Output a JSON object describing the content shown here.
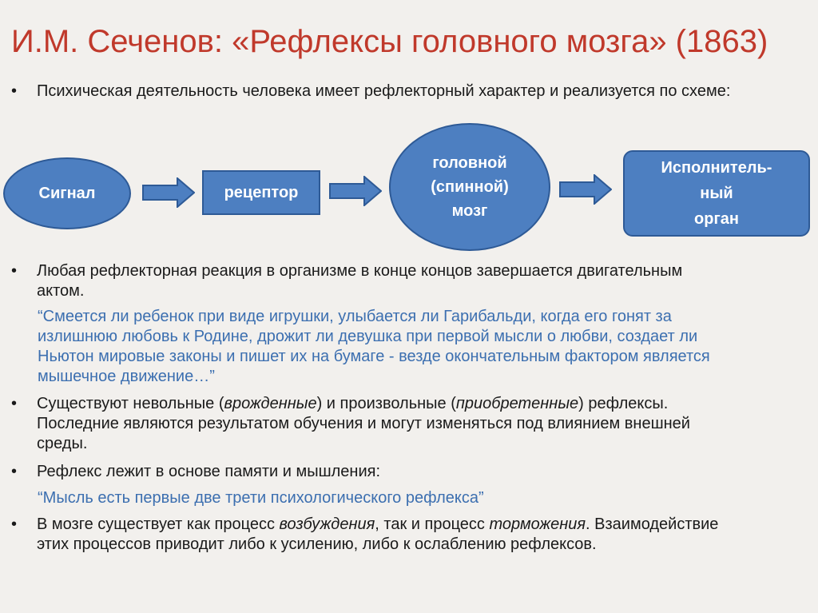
{
  "title": "И.М. Сеченов: «Рефлексы головного мозга» (1863)",
  "bullet_char": "•",
  "bullet1": "Психическая деятельность человека имеет рефлекторный характер и реализуется по схеме:",
  "diagram": {
    "signal": "Сигнал",
    "receptor": "рецептор",
    "brain_lines": [
      "головной",
      "(спинной)",
      "мозг"
    ],
    "organ_lines": [
      "Исполнитель-",
      "ный",
      "орган"
    ],
    "fill_color": "#4d7fc1"
  },
  "bullet2_lines": [
    "Любая рефлекторная реакция в организме в конце концов завершается двигательным",
    "актом."
  ],
  "quote1_lines": [
    "“Смеется ли ребенок при виде игрушки, улыбается ли Гарибальди, когда его гонят за",
    "излишнюю любовь к Родине, дрожит ли девушка при первой мысли о любви, создает ли",
    "Ньютон мировые законы и пишет их на бумаге - везде окончательным фактором является",
    "мышечное движение…”"
  ],
  "bullet3": {
    "p1": " Существуют невольные (",
    "em1": "врожденные",
    "p2": ") и произвольные (",
    "em2": "приобретенные",
    "p3": ") рефлексы.",
    "line2": "Последние являются результатом обучения и могут изменяться под влиянием внешней",
    "line3": "среды."
  },
  "bullet4": "Рефлекс лежит в основе памяти и мышления:",
  "quote2": "“Мысль есть первые две трети психологического рефлекса”",
  "bullet5": {
    "p1": "В мозге существует как процесс ",
    "em1": "возбуждения",
    "p2": ", так и процесс ",
    "em2": "торможения",
    "p3": ". Взаимодействие",
    "line2": "этих процессов приводит либо к усилению, либо к ослаблению рефлексов."
  },
  "colors": {
    "title": "#c0392b",
    "quote": "#3c6fb0"
  }
}
